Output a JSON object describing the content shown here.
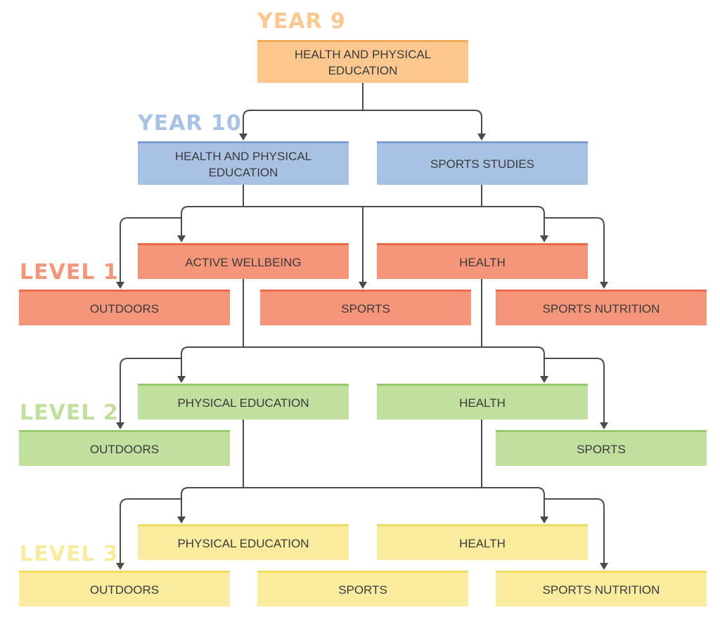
{
  "labels": {
    "year9": "YEAR 9",
    "year10": "YEAR 10",
    "level1": "LEVEL 1",
    "level2": "LEVEL 2",
    "level3": "LEVEL 3"
  },
  "boxes": {
    "y9_hpe": "HEALTH AND PHYSICAL\nEDUCATION",
    "y10_hpe": "HEALTH AND PHYSICAL\nEDUCATION",
    "y10_sports_studies": "SPORTS STUDIES",
    "l1_active_wellbeing": "ACTIVE WELLBEING",
    "l1_health": "HEALTH",
    "l1_outdoors": "OUTDOORS",
    "l1_sports": "SPORTS",
    "l1_sports_nutrition": "SPORTS NUTRITION",
    "l2_physical_education": "PHYSICAL EDUCATION",
    "l2_health": "HEALTH",
    "l2_outdoors": "OUTDOORS",
    "l2_sports": "SPORTS",
    "l3_physical_education": "PHYSICAL EDUCATION",
    "l3_health": "HEALTH",
    "l3_outdoors": "OUTDOORS",
    "l3_sports": "SPORTS",
    "l3_sports_nutrition": "SPORTS NUTRITION"
  },
  "colors": {
    "year9": "#fcc88f",
    "year10": "#a9c2e4",
    "level1": "#f5957a",
    "level2": "#c1df9f",
    "level3": "#f9ec9f",
    "connector": "#4a4a4a"
  }
}
